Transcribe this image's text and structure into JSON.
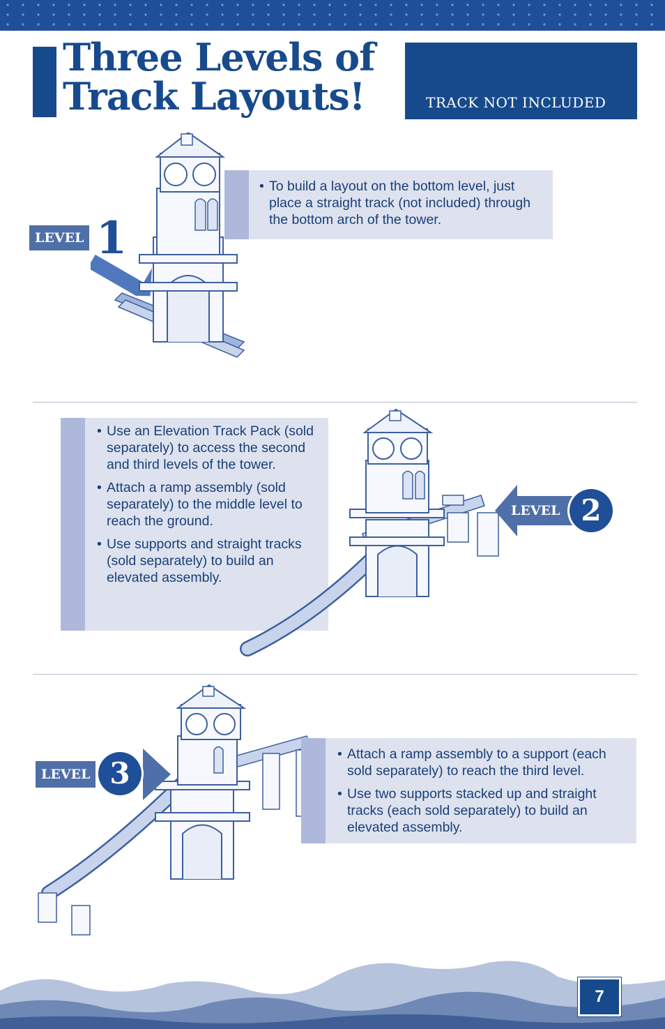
{
  "header": {
    "title_line1": "Three Levels of",
    "title_line2": "Track Layouts!",
    "note_label": "TRACK NOT INCLUDED"
  },
  "levels": [
    {
      "label": "LEVEL",
      "number": "1",
      "bullets": [
        "To build a layout on the bottom level, just place a straight track (not included) through the bottom arch of the tower."
      ]
    },
    {
      "label": "LEVEL",
      "number": "2",
      "bullets": [
        "Use an Elevation Track Pack (sold separately) to access the second and third levels of the tower.",
        "Attach a ramp assembly (sold separately) to the middle level to reach the ground.",
        "Use supports and straight tracks (sold separately) to build an elevated assembly."
      ]
    },
    {
      "label": "LEVEL",
      "number": "3",
      "bullets": [
        "Attach a ramp assembly to a support (each sold separately) to reach the third level.",
        "Use two supports stacked up and straight tracks (each sold separately) to build an elevated assembly."
      ]
    }
  ],
  "page_number": "7",
  "colors": {
    "brand_blue": "#174a8c",
    "panel_bg": "#dde2ee",
    "panel_strip": "#aeb8da",
    "level_tag": "#4f6fa8"
  }
}
